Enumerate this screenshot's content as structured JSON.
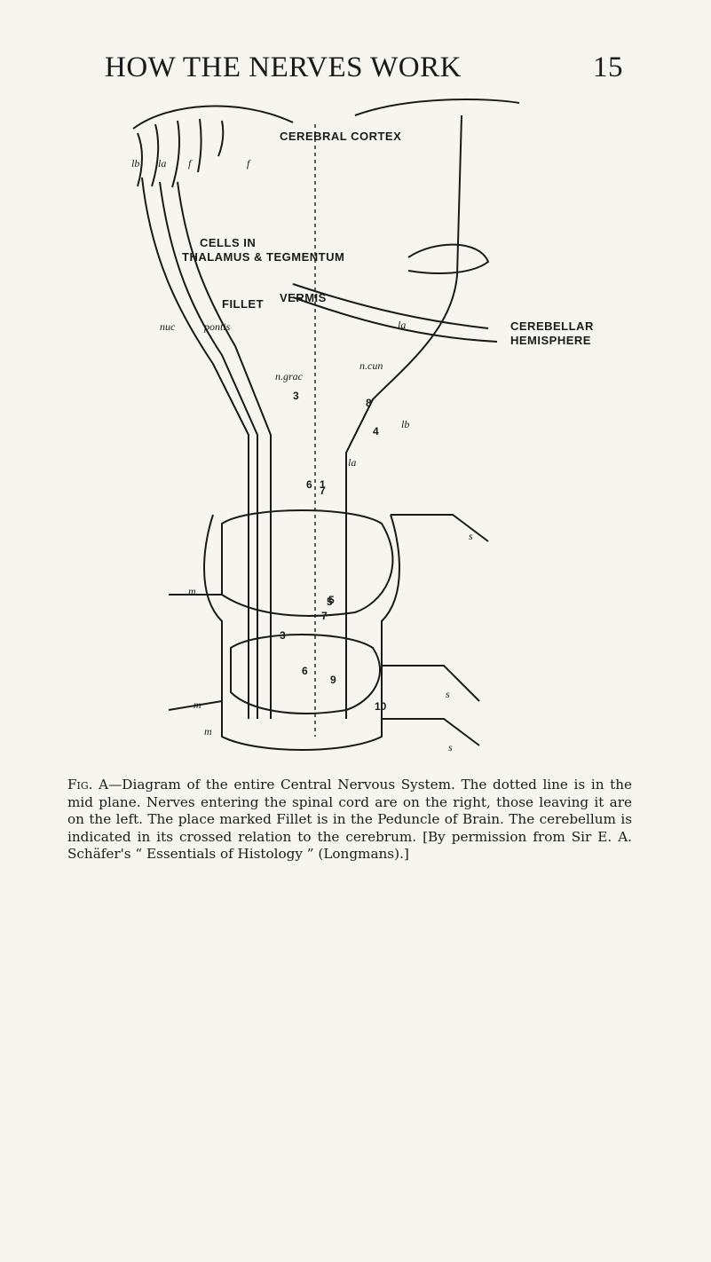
{
  "running_head": {
    "title": "HOW THE NERVES WORK",
    "page_number": "15"
  },
  "figure": {
    "labels": {
      "cerebral_cortex": "CEREBRAL CORTEX",
      "cells_in": "CELLS IN",
      "thalamus_tegmentum": "THALAMUS & TEGMENTUM",
      "vermis": "VERMIS",
      "fillet": "FILLET",
      "cerebellar_hemisphere_1": "CEREBELLAR",
      "cerebellar_hemisphere_2": "HEMISPHERE",
      "nuc": "nuc",
      "pontis": "pontis",
      "n_grac": "n.grac",
      "n_cun": "n.cun",
      "lb": "lb",
      "la_top": "la",
      "la_right": "la",
      "la_mid": "la",
      "lb_right": "lb",
      "f1": "f",
      "f2": "f",
      "m1": "m",
      "m2": "m",
      "m3": "m",
      "s1": "s",
      "s2": "s",
      "s3": "s",
      "n1": "1",
      "n3a": "3",
      "n3b": "3",
      "n4": "4",
      "n5": "5",
      "n6": "6",
      "n6b": "6",
      "n7": "7",
      "n7b": "7",
      "n8": "8",
      "n9": "9",
      "n10": "10",
      "n5b": "5"
    }
  },
  "caption": {
    "label": "Fig. A",
    "text": "—Diagram of the entire Central Nervous System. The dotted line is in the mid plane. Nerves entering the spinal cord are on the right, those leaving it are on the left. The place marked Fillet is in the Peduncle of Brain. The cerebellum is indicated in its crossed relation to the cerebrum. [By permission from Sir E. A. Schäfer's “ Essentials of Histology ” (Longmans).]"
  }
}
